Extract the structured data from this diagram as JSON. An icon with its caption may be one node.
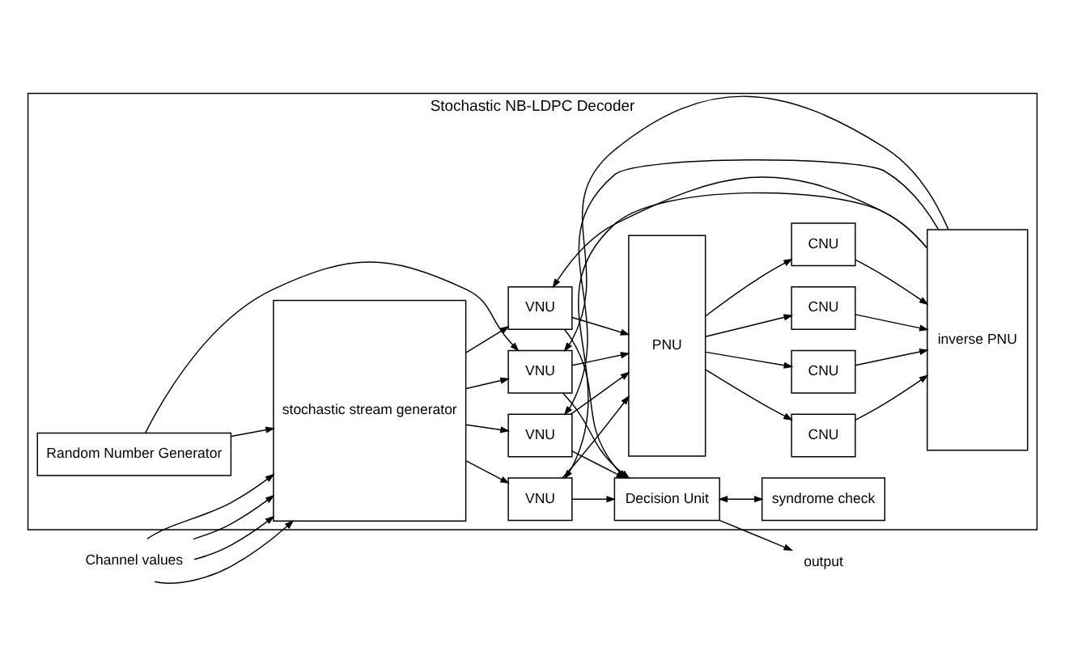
{
  "diagram": {
    "nodes": [
      {
        "text": [
          "Stochastic NB-LDPC Decoder"
        ]
      },
      {
        "text": [
          "Channel values"
        ]
      },
      {
        "text": [
          "stochastic stream generator"
        ],
        "in": 0
      },
      {
        "text": [
          "VNU"
        ],
        "in": 0
      },
      {
        "text": [
          "VNU"
        ],
        "in": 0
      },
      {
        "text": [
          "VNU"
        ],
        "in": 0
      },
      {
        "text": [
          "VNU"
        ],
        "in": 0
      },
      {
        "text": [
          "PNU"
        ],
        "in": 0
      },
      {
        "text": [
          "CNU"
        ],
        "in": 0
      },
      {
        "text": [
          "CNU"
        ],
        "in": 0
      },
      {
        "text": [
          "CNU"
        ],
        "in": 0
      },
      {
        "text": [
          "CNU"
        ],
        "in": 0
      },
      {
        "text": [
          "inverse PNU"
        ],
        "in": 0
      },
      {
        "text": [
          "Random Number Generator"
        ],
        "in": 0
      },
      {
        "text": [
          "Decision Unit"
        ],
        "in": 0
      },
      {
        "text": [
          "syndrome check"
        ],
        "in": 0
      },
      {
        "text": [
          "output"
        ]
      }
    ],
    "edges": [
      {
        "from": 1,
        "to": 2,
        "arrow": "to"
      },
      {
        "from": 1,
        "to": 2,
        "arrow": "to"
      },
      {
        "from": 1,
        "to": 2,
        "arrow": "to"
      },
      {
        "from": 1,
        "to": 2,
        "arrow": "to"
      },
      {
        "from": 2,
        "to": 3,
        "arrow": "to"
      },
      {
        "from": 2,
        "to": 4,
        "arrow": "to"
      },
      {
        "from": 2,
        "to": 5,
        "arrow": "to"
      },
      {
        "from": 2,
        "to": 6,
        "arrow": "to"
      },
      {
        "from": 3,
        "to": 7,
        "arrow": "to"
      },
      {
        "from": 4,
        "to": 7,
        "arrow": "to"
      },
      {
        "from": 5,
        "to": 7,
        "arrow": "to"
      },
      {
        "from": 6,
        "to": 7,
        "arrow": "to"
      },
      {
        "from": 7,
        "to": 8,
        "arrow": "to"
      },
      {
        "from": 7,
        "to": 9,
        "arrow": "to"
      },
      {
        "from": 7,
        "to": 10,
        "arrow": "to"
      },
      {
        "from": 7,
        "to": 11,
        "arrow": "to"
      },
      {
        "from": 8,
        "to": 12,
        "arrow": "to"
      },
      {
        "from": 9,
        "to": 12,
        "arrow": "to"
      },
      {
        "from": 10,
        "to": 12,
        "arrow": "to"
      },
      {
        "from": 11,
        "to": 12,
        "arrow": "to"
      },
      {
        "from": 12,
        "to": 3,
        "arrow": "to"
      },
      {
        "from": 12,
        "to": 4,
        "arrow": "to"
      },
      {
        "from": 12,
        "to": 5,
        "arrow": "to"
      },
      {
        "from": 12,
        "to": 6,
        "arrow": "to"
      },
      {
        "from": 3,
        "to": 14,
        "arrow": "to"
      },
      {
        "from": 4,
        "to": 14,
        "arrow": "to"
      },
      {
        "from": 5,
        "to": 14,
        "arrow": "to"
      },
      {
        "from": 6,
        "to": 14,
        "arrow": "to"
      },
      {
        "from": 13,
        "to": 2,
        "arrow": "to"
      },
      {
        "from": 13,
        "to": 6,
        "arrow": "to"
      },
      {
        "from": 14,
        "to": 15,
        "arrow": "both"
      },
      {
        "from": 14,
        "to": 16,
        "arrow": "to"
      }
    ]
  }
}
